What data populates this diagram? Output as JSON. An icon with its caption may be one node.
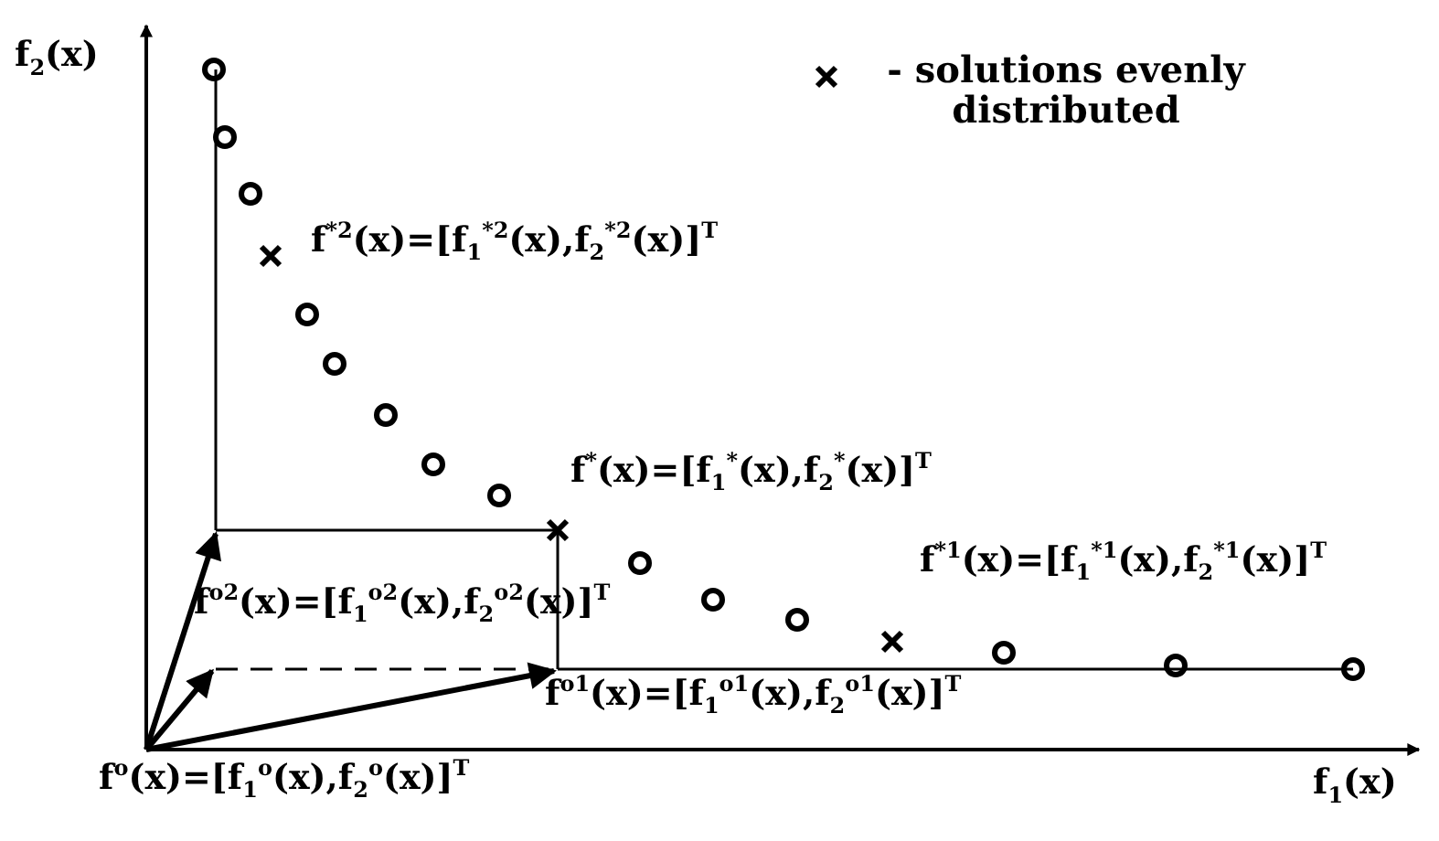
{
  "diagram": {
    "labels": [
      "f$_{2}$(x)",
      "f$^{*2}$(x)=[f$_{1}$$^{*2}$(x),f$_{2}$$^{*2}$(x)]$^{T}$",
      "f$^{*}$(x)=[f$_{1}$$^{*}$(x),f$_{2}$$^{*}$(x)]$^{T}$",
      "f$^{*1}$(x)=[f$_{1}$$^{*1}$(x),f$_{2}$$^{*1}$(x)]$^{T}$",
      "f$^{o2}$(x)=[f$_{1}$$^{o2}$(x),f$_{2}$$^{o2}$(x)]$^{T}$",
      "f$^{o1}$(x)=[f$_{1}$$^{o1}$(x),f$_{2}$$^{o1}$(x)]$^{T}$",
      "f$^{o}$(x)=[f$_{1}$$^{o}$(x),f$_{2}$$^{o}$(x)]$^{T}$",
      "f$_{1}$(x)"
    ],
    "legend": [
      {
        "text": "- solutions evenly distributed"
      }
    ]
  }
}
